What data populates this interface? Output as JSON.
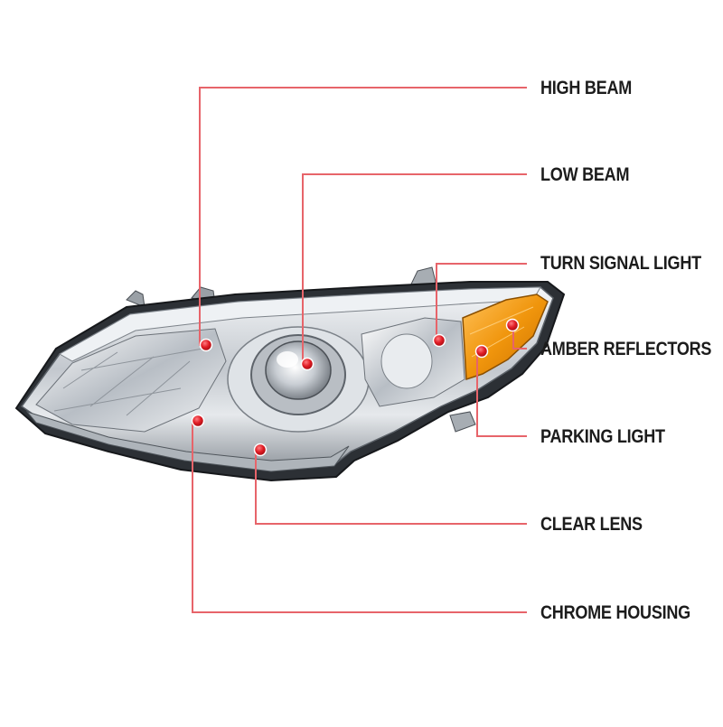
{
  "colors": {
    "leader_line": "#e7646a",
    "marker_fill": "#e01c24",
    "amber": "#f0950c",
    "chrome": "#c9cdd2",
    "label_text": "#1c1c1c"
  },
  "product": {
    "image": "headlight-assembly"
  },
  "callouts": [
    {
      "label": "HIGH BEAM"
    },
    {
      "label": "LOW BEAM"
    },
    {
      "label": "TURN SIGNAL LIGHT"
    },
    {
      "label": "AMBER REFLECTORS"
    },
    {
      "label": "PARKING LIGHT"
    },
    {
      "label": "CLEAR LENS"
    },
    {
      "label": "CHROME HOUSING"
    }
  ]
}
